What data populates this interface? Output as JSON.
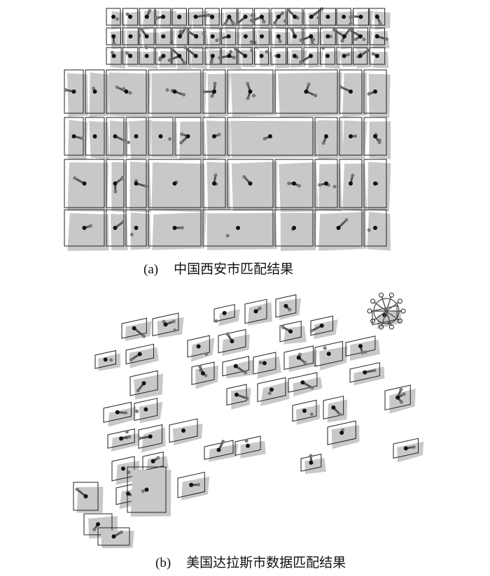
{
  "figure": {
    "panels": [
      {
        "label": "(a)",
        "caption": "中国西安市匹配结果"
      },
      {
        "label": "(b)",
        "caption": "美国达拉斯市数据匹配结果"
      }
    ],
    "colors": {
      "shadow": "#c8c8c8",
      "outline": "#222222",
      "link": "#555555",
      "dot": "#111111"
    }
  }
}
